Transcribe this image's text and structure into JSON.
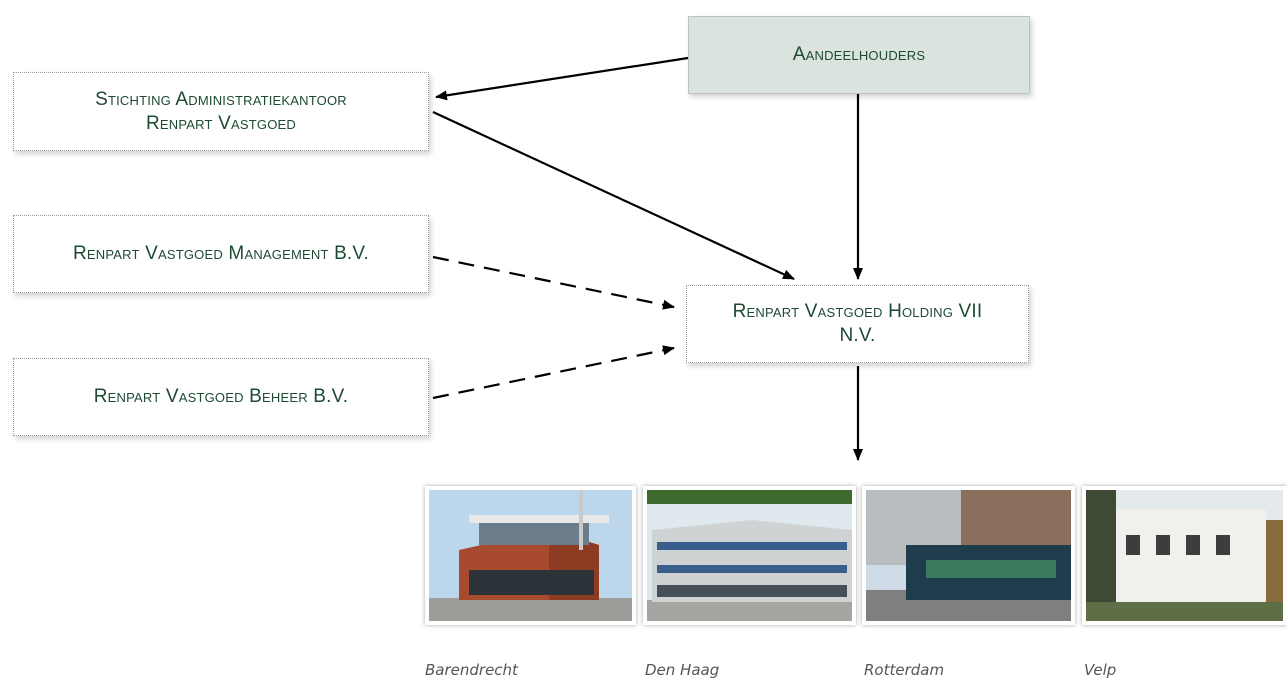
{
  "boxes": {
    "aandeelhouders": "Aandeelhouders",
    "stichting_line1": "Stichting Administratiekantoor",
    "stichting_line2": "Renpart Vastgoed",
    "management": "Renpart Vastgoed Management B.V.",
    "beheer": "Renpart Vastgoed Beheer B.V.",
    "holding_line1": "Renpart Vastgoed Holding VII",
    "holding_line2": "N.V."
  },
  "photos": [
    {
      "caption": "Barendrecht"
    },
    {
      "caption": "Den Haag"
    },
    {
      "caption": "Rotterdam"
    },
    {
      "caption": "Velp"
    }
  ],
  "colors": {
    "text": "#1e4a33",
    "shaded_box": "#dbe3df",
    "arrow": "#000000"
  }
}
